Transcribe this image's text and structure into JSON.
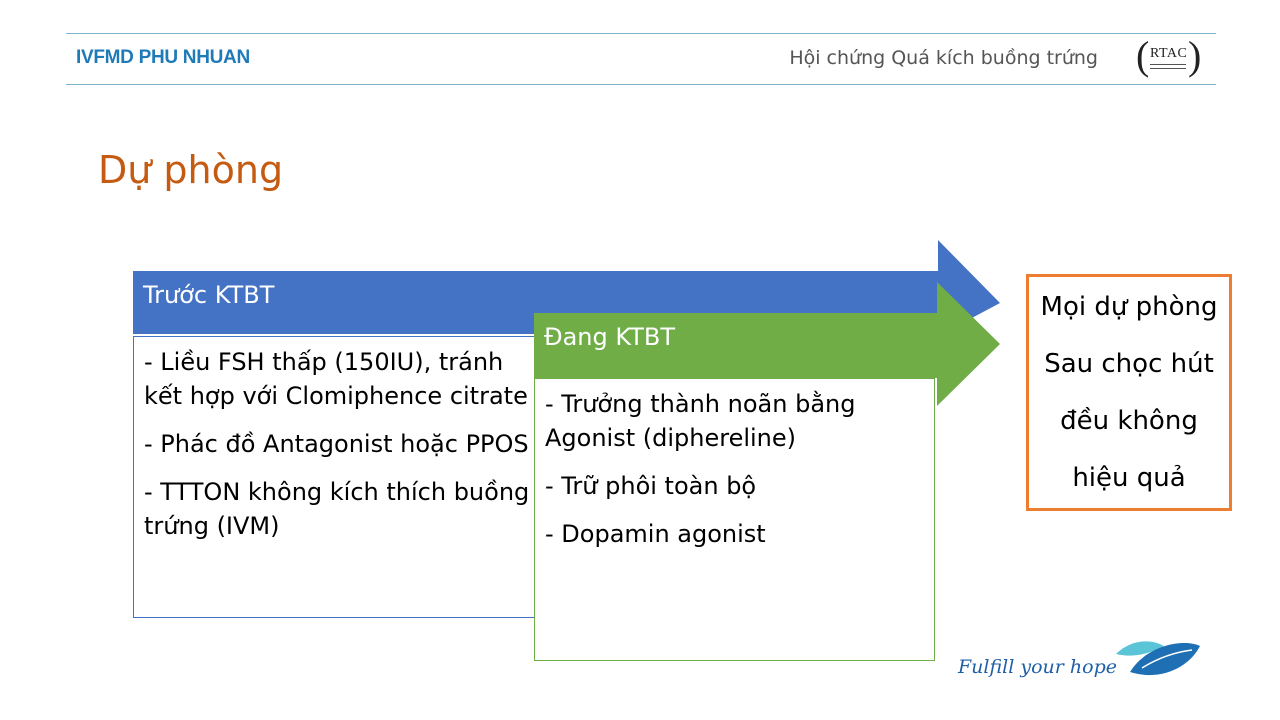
{
  "header": {
    "org_name": "IVFMD PHU NHUAN",
    "title": "Hội chứng Quá kích buồng trứng",
    "logo_text": "RTAC"
  },
  "slide": {
    "title": "Dự phòng"
  },
  "stage_before": {
    "label": "Trước KTBT",
    "items": [
      "- Liều FSH thấp (150IU), tránh kết hợp với Clomiphence citrate",
      "- Phác đồ Antagonist hoặc PPOS",
      "- TTTON không kích thích buồng trứng (IVM)"
    ]
  },
  "stage_during": {
    "label": "Đang KTBT",
    "items": [
      "- Trưởng thành noãn bằng Agonist (diphereline)",
      "- Trữ phôi toàn bộ",
      "- Dopamin agonist"
    ]
  },
  "stage_after": {
    "lines": [
      "Mọi dự phòng",
      "Sau chọc hút",
      "đều không",
      "hiệu quả"
    ]
  },
  "footer": {
    "tagline": "Fulfill your hope"
  },
  "colors": {
    "blue_arrow": "#4472c4",
    "green_arrow": "#70ad47",
    "orange_border": "#ed7d31",
    "title_orange": "#c55a11"
  }
}
